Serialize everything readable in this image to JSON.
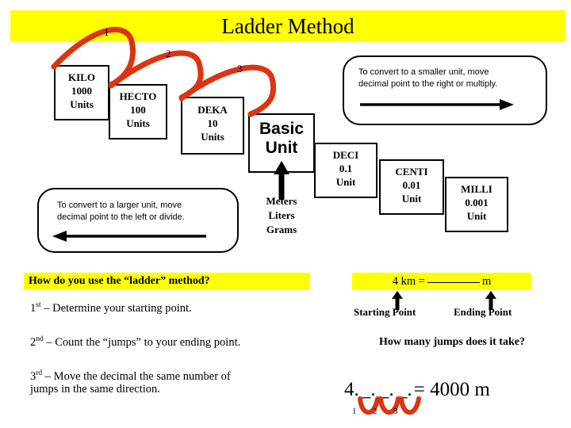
{
  "slide": {
    "title": "Ladder Method",
    "accent_yellow": "#FFFF00",
    "arc_red": "#DD3311",
    "background": "#FFFFFF"
  },
  "ladder": {
    "steps": [
      {
        "prefix": "KILO",
        "value": "1000",
        "unit": "Units"
      },
      {
        "prefix": "HECTO",
        "value": "100",
        "unit": "Units"
      },
      {
        "prefix": "DEKA",
        "value": "10",
        "unit": "Units"
      },
      {
        "prefix": "Basic",
        "value": "Unit",
        "unit": ""
      },
      {
        "prefix": "DECI",
        "value": "0.1",
        "unit": "Unit"
      },
      {
        "prefix": "CENTI",
        "value": "0.01",
        "unit": "Unit"
      },
      {
        "prefix": "MILLI",
        "value": "0.001",
        "unit": "Unit"
      }
    ],
    "jump_numbers": [
      "1",
      "2",
      "3"
    ],
    "basic_unit_examples": [
      "Meters",
      "Liters",
      "Grams"
    ]
  },
  "callouts": {
    "smaller": {
      "line1": "To convert to a smaller unit, move",
      "line2": "decimal  point to the right or multiply.",
      "arrow_direction": "right"
    },
    "larger": {
      "line1": "To convert to a larger unit, move",
      "line2": "decimal  point to the left or divide.",
      "arrow_direction": "left"
    }
  },
  "instructions": {
    "heading": "How do you use the “ladder” method?",
    "steps": [
      {
        "ordinal": "1",
        "suffix": "st",
        "text": " – Determine your starting point."
      },
      {
        "ordinal": "2",
        "suffix": "nd",
        "text": " – Count the “jumps” to your ending point."
      },
      {
        "ordinal": "3",
        "suffix": "rd",
        "text": " – Move the decimal the same number of"
      },
      {
        "ordinal": "",
        "suffix": "",
        "text": "jumps in the same direction."
      }
    ]
  },
  "example": {
    "equation_left": "4 km =",
    "equation_unit": "m",
    "starting_point_label": "Starting Point",
    "ending_point_label": "Ending Point",
    "jumps_question": "How many jumps does it take?",
    "answer": {
      "leading": "4.",
      "slots": [
        "_.",
        "_.",
        "_."
      ],
      "equals": "= 4000 m",
      "jump_numbers": [
        "1",
        "2",
        "3"
      ]
    }
  }
}
